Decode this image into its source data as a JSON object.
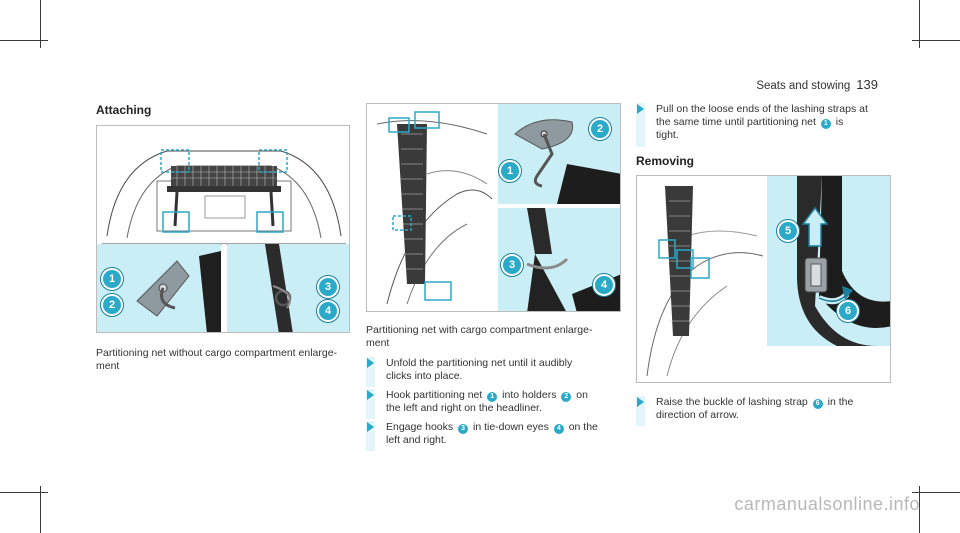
{
  "header": {
    "section": "Seats and stowing",
    "page_number": "139"
  },
  "col1": {
    "heading": "Attaching",
    "caption": [
      "Partitioning net without cargo compartment enlarge-",
      "ment"
    ],
    "labels": [
      "1",
      "2",
      "3",
      "4"
    ]
  },
  "col2": {
    "caption": [
      "Partitioning net with cargo compartment enlarge-",
      "ment"
    ],
    "labels": [
      "1",
      "2",
      "3",
      "4"
    ],
    "steps": [
      {
        "a": "Unfold the partitioning net until it audibly",
        "b": "clicks into place."
      },
      {
        "a": "Hook partitioning net",
        "n1": "1",
        "a2": "into holders",
        "n2": "2",
        "a3": "on",
        "b": "the left and right on the headliner."
      },
      {
        "a": "Engage hooks",
        "n1": "3",
        "a2": "in tie-down eyes",
        "n2": "4",
        "a3": "on the",
        "b": "left and right."
      }
    ]
  },
  "col3": {
    "step_top": {
      "a": "Pull on the loose ends of the lashing straps at",
      "b1": "the same time until partitioning net",
      "n1": "1",
      "b2": "is",
      "c": "tight."
    },
    "heading": "Removing",
    "labels": [
      "5",
      "6"
    ],
    "step_bottom": {
      "a1": "Raise the buckle of lashing strap",
      "n1": "6",
      "a2": "in the",
      "b": "direction of arrow."
    }
  },
  "watermark": "carmanualsonline.info",
  "colors": {
    "accent": "#2aa9c9",
    "panel": "#c9eef6",
    "line": "#3a3a3a"
  }
}
